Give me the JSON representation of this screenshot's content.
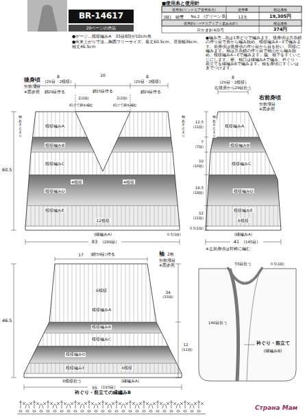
{
  "diagram": {
    "nodes": [
      {
        "text": [
          "BR-14617"
        ]
      },
      {
        "text": [
          "20ページの作品"
        ]
      }
    ],
    "labels": [
      "■使用糸と使用針",
      "使用糸(リッチモア使用糸名)",
      "使用量",
      "税込価格",
      "[細]　細雪",
      "No.2　(グリーン系)",
      "13玉",
      "19,305円",
      "使用針(ハマナカアミアミ柔あみ針)",
      "税込価格",
      "片かぎ針4/0号",
      "374円",
      "●ゲージ…模様編みA　35目8段が10cm角",
      "●出来上がり寸法…胸囲フリーサイズ、着丈60.5cm、背肩幅36cm、袖丈46.5cm",
      "●編み方…糸は1本どりで編みます。後身頃は共糸鎖の作り目で肩から編み始め、模様編みA～Eで編みます。前身頃は後身頃の作り目から目を拾い、同様に編みます。袖は共糸鎖の作り目で袖山から編み始め、模様編みA～Eで編みます。脇、袖下をすくいとじにします。裾、袖口は縁編みAで編み、衿ぐり・前立てを縁編みBで編みます。袖を身頃にすくいはぎでつけます。",
      "後身頃",
      "分散増目",
      "※図参照",
      "8",
      "(29目・2模様)",
      "20",
      "8",
      "(29目・2模様)",
      "2(2段)",
      "2(2段)",
      "鎖29目作る",
      "鎖15目作る",
      "鎖29目作る",
      "続けて鎖を編む",
      "続けて鎖を編む",
      "袖あき止まり",
      "袖あき止まり",
      "模様編みA",
      "模様編みB",
      "模様編みC",
      "模様編みD",
      "模様編みE",
      "4模様",
      "4模様",
      "12模様",
      "(縁編みA)",
      "83",
      "(289目)",
      "60.5",
      "0.5(1段)",
      "12.5",
      "(11段)",
      "7",
      "(7段)",
      "10",
      "(10段)",
      "18.5",
      "(18段)",
      "12",
      "(11段)",
      "0.5(1段)",
      "8",
      "(29目・2模様)",
      "右後肩から29目拾う",
      "右前身頃",
      "分散増目",
      "※図参照",
      "袖あき止まり",
      "模様編みA",
      "模様編みB",
      "模様編みC",
      "模様編みD",
      "模様編みE",
      "6模様",
      "(縁編みA)",
      "41",
      "(145目)",
      "※左前身頃は対称に編む",
      "17",
      "(鎖59目)作る",
      "袖",
      "2枚",
      "分散増目",
      "※図参照",
      "6模様",
      "模様編みA",
      "模様編みB",
      "模様編みC",
      "模様編みD",
      "模様編みE",
      "8模様",
      "8模様拾う",
      "(縁編みA)",
      "55",
      "(193目)",
      "46.5",
      "34",
      "(33段)",
      "12",
      "(11段)",
      "55目拾う",
      "0.5(1段)",
      "148目拾う",
      "衿ぐり・前立て",
      "(縁編みB)",
      "衿ぐり・前立ての縁編みB",
      "Страна Мам"
    ]
  }
}
